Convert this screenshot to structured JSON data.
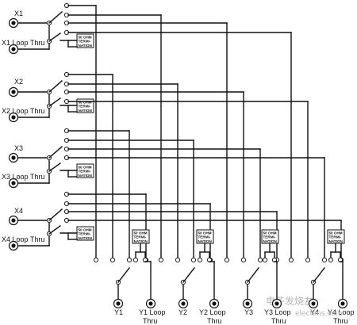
{
  "inputs": [
    {
      "name": "X1",
      "loop": "X1 Loop Thru"
    },
    {
      "name": "X2",
      "loop": "X2 Loop Thru"
    },
    {
      "name": "X3",
      "loop": "X3 Loop Thru"
    },
    {
      "name": "X4",
      "loop": "X4 Loop Thru"
    }
  ],
  "outputs": [
    {
      "name": "Y1",
      "loop1": "Y1 Loop",
      "loop2": "Thru"
    },
    {
      "name": "Y2",
      "loop1": "Y2 Loop",
      "loop2": "Thru"
    },
    {
      "name": "Y3",
      "loop1": "Y3 Loop",
      "loop2": "Thru"
    },
    {
      "name": "Y4",
      "loop1": "Y4 Loop",
      "loop2": "Thru"
    }
  ],
  "termination": [
    "50 OHM",
    "TERMI-",
    "NATION"
  ],
  "watermark": "电子发烧友",
  "watermark_sub": "elecfans.com"
}
